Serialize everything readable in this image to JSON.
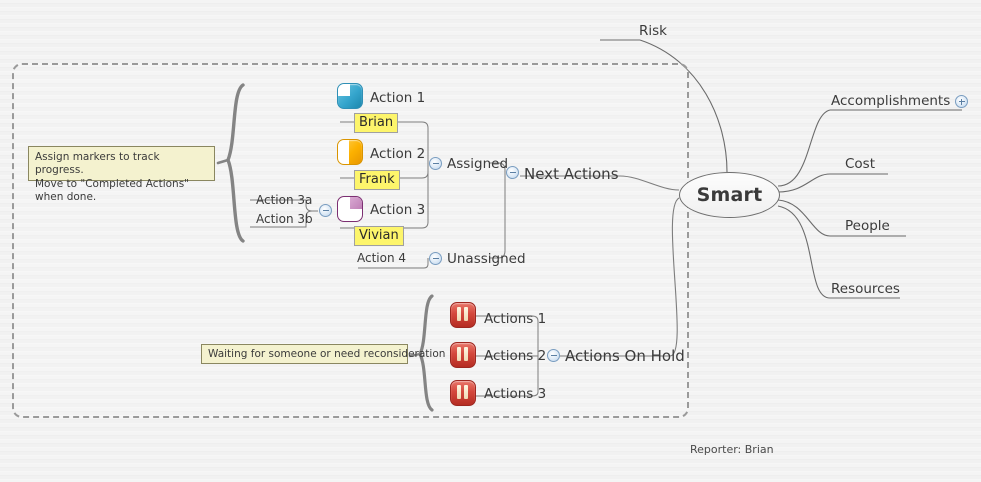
{
  "central": {
    "label": "Smart"
  },
  "footer": {
    "reporter": "Reporter: Brian"
  },
  "right_branches": [
    {
      "label": "Risk",
      "toggle": null
    },
    {
      "label": "Accomplishments",
      "toggle": "plus"
    },
    {
      "label": "Cost",
      "toggle": null
    },
    {
      "label": "People",
      "toggle": null
    },
    {
      "label": "Resources",
      "toggle": null
    }
  ],
  "left_branches": [
    {
      "label": "Next Actions",
      "toggle": "minus"
    },
    {
      "label": "Actions On Hold",
      "toggle": "minus"
    }
  ],
  "next_actions": {
    "assigned": {
      "label": "Assigned",
      "toggle": "minus",
      "items": [
        {
          "label": "Action 1",
          "marker": "progress-quarter-blue",
          "assignee": "Brian"
        },
        {
          "label": "Action 2",
          "marker": "progress-half-orange",
          "assignee": "Frank"
        },
        {
          "label": "Action 3",
          "marker": "progress-quarter-purple",
          "assignee": "Vivian"
        }
      ]
    },
    "unassigned": {
      "label": "Unassigned",
      "toggle": "minus",
      "items": [
        {
          "label": "Action 4"
        }
      ]
    },
    "subtopics": {
      "toggle": "minus",
      "items": [
        {
          "label": "Action 3a"
        },
        {
          "label": "Action 3b"
        }
      ]
    }
  },
  "actions_on_hold": {
    "label": "Actions On Hold",
    "toggle": "minus",
    "items": [
      {
        "label": "Actions 1",
        "marker": "pause-icon"
      },
      {
        "label": "Actions 2",
        "marker": "pause-icon"
      },
      {
        "label": "Actions 3",
        "marker": "pause-icon"
      }
    ]
  },
  "notes": {
    "markers_note_line1": "Assign markers to track progress.",
    "markers_note_line2": "Move to \"Completed Actions\" when done.",
    "hold_note": "Waiting for someone or need reconsideration"
  },
  "colors": {
    "background": "#f2f2f2",
    "boundary": "#9a9a9a",
    "wire": "#6b6b6b",
    "highlight": "#fdf56b",
    "note_fill": "#f4f2cf",
    "note_border": "#8a8760",
    "marker_blue": "#35a5cd",
    "marker_orange": "#fcb100",
    "marker_purple": "#bf7fb6",
    "marker_red": "#d4473c",
    "toggle_border": "#7a9dc0"
  }
}
